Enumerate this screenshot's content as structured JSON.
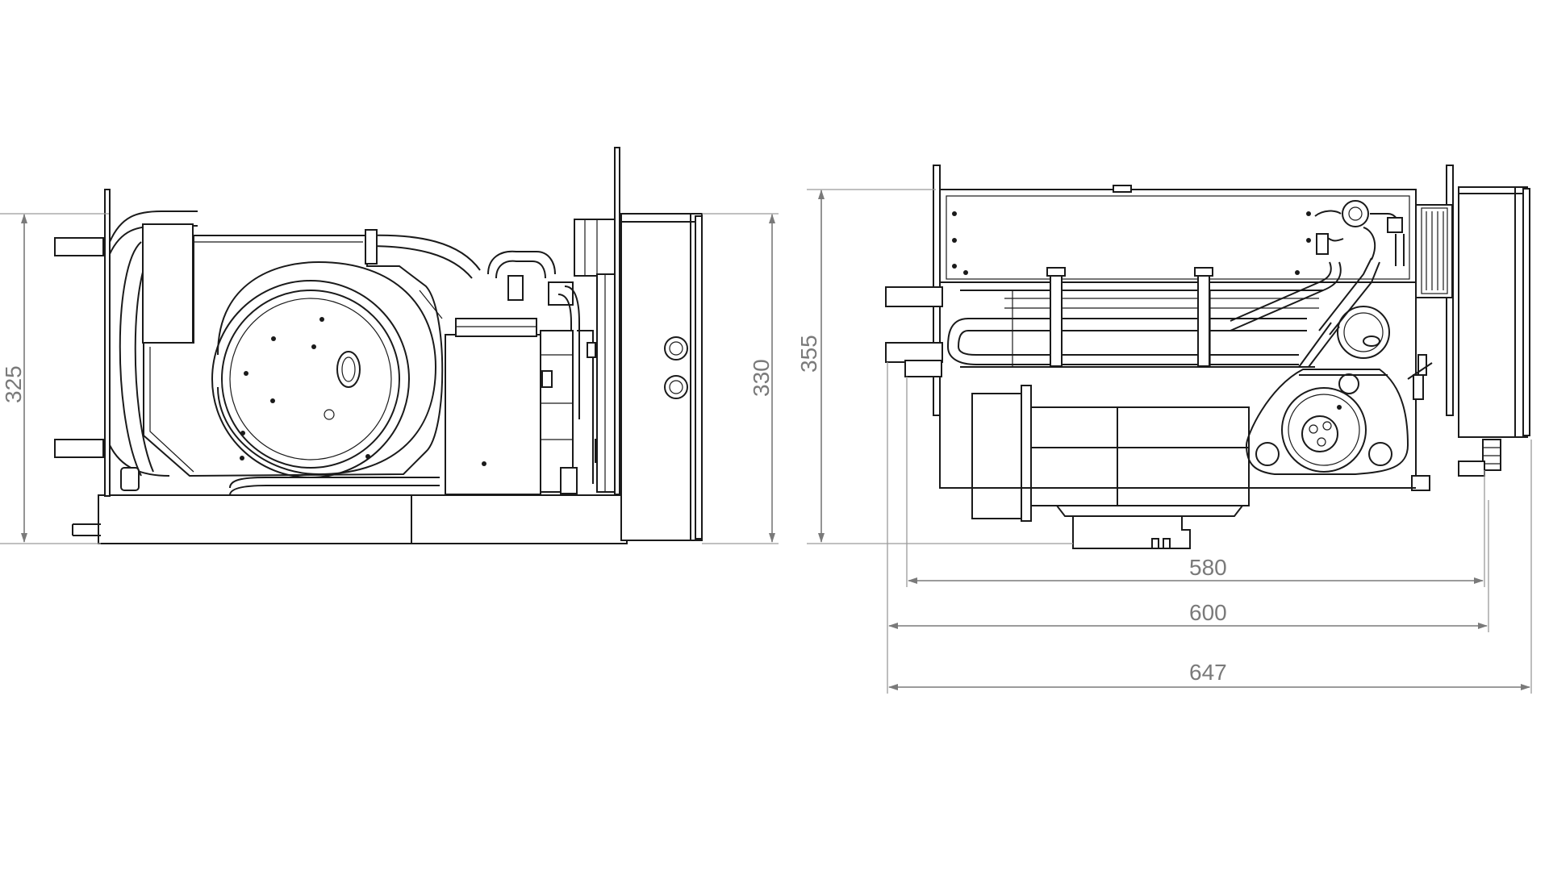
{
  "dimensions": {
    "left_view": {
      "height_outer": "325",
      "height_inner": "330"
    },
    "right_view": {
      "height": "355",
      "width_base": "580",
      "width_mid": "600",
      "width_overall": "647"
    }
  },
  "colors": {
    "line": "#1a1a1a",
    "dimension": "#7a7a7a",
    "background": "#ffffff"
  }
}
